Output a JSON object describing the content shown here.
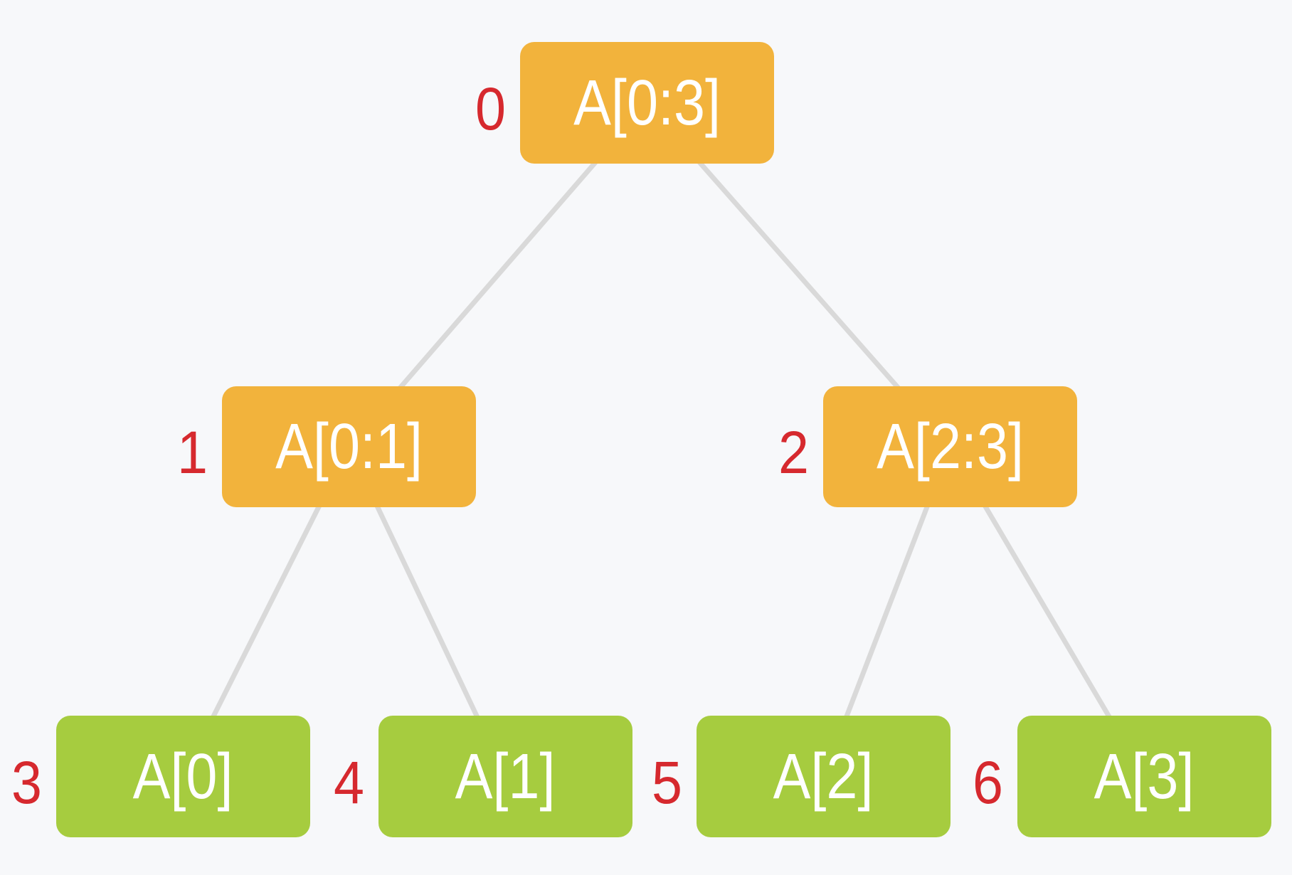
{
  "colors": {
    "background": "#f7f8fa",
    "edge": "#d9d9d9",
    "internal-node": "#f2b33c",
    "leaf-node": "#a6cc3f",
    "index-number": "#d6292e",
    "node-label": "#ffffff"
  },
  "nodes": [
    {
      "index": "0",
      "label": "A[0:3]",
      "type": "internal"
    },
    {
      "index": "1",
      "label": "A[0:1]",
      "type": "internal"
    },
    {
      "index": "2",
      "label": "A[2:3]",
      "type": "internal"
    },
    {
      "index": "3",
      "label": "A[0]",
      "type": "leaf"
    },
    {
      "index": "4",
      "label": "A[1]",
      "type": "leaf"
    },
    {
      "index": "5",
      "label": "A[2]",
      "type": "leaf"
    },
    {
      "index": "6",
      "label": "A[3]",
      "type": "leaf"
    }
  ],
  "edges": [
    {
      "from": "0",
      "to": "1"
    },
    {
      "from": "0",
      "to": "2"
    },
    {
      "from": "1",
      "to": "3"
    },
    {
      "from": "1",
      "to": "4"
    },
    {
      "from": "2",
      "to": "5"
    },
    {
      "from": "2",
      "to": "6"
    }
  ]
}
